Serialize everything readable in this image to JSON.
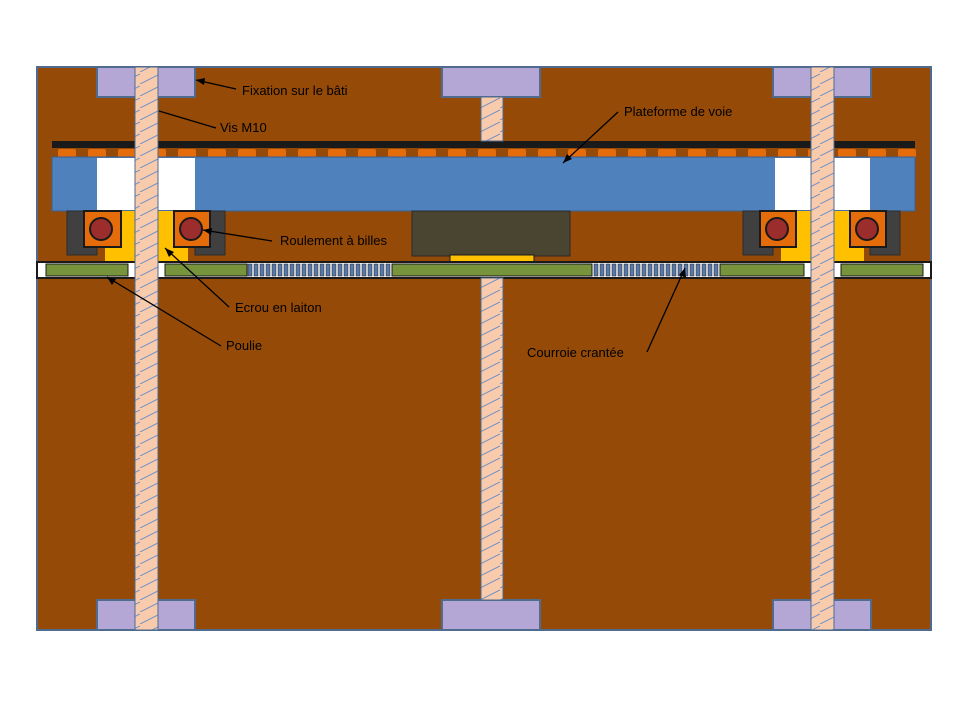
{
  "labels": {
    "fixation": "Fixation sur le bâti",
    "vis": "Vis M10",
    "plateforme": "Plateforme de voie",
    "roulement": "Roulement à billes",
    "ecrou": "Ecrou en laiton",
    "poulie": "Poulie",
    "courroie": "Courroie crantée"
  },
  "colors": {
    "frame": "#954a07",
    "frame_border": "#4f6b8f",
    "mount": "#b4a7d6",
    "screw": "#f8cbad",
    "screw_thread": "#6f8fc8",
    "platform": "#4f81bd",
    "track_bar": "#1a1a1a",
    "teeth": "#e46c0a",
    "nut": "#ffc000",
    "bearing": "#9b2d2d",
    "bracket": "#404040",
    "carriage": "#4a4530",
    "belt": "#77933c",
    "belt_teeth": "#5a7aaa"
  }
}
